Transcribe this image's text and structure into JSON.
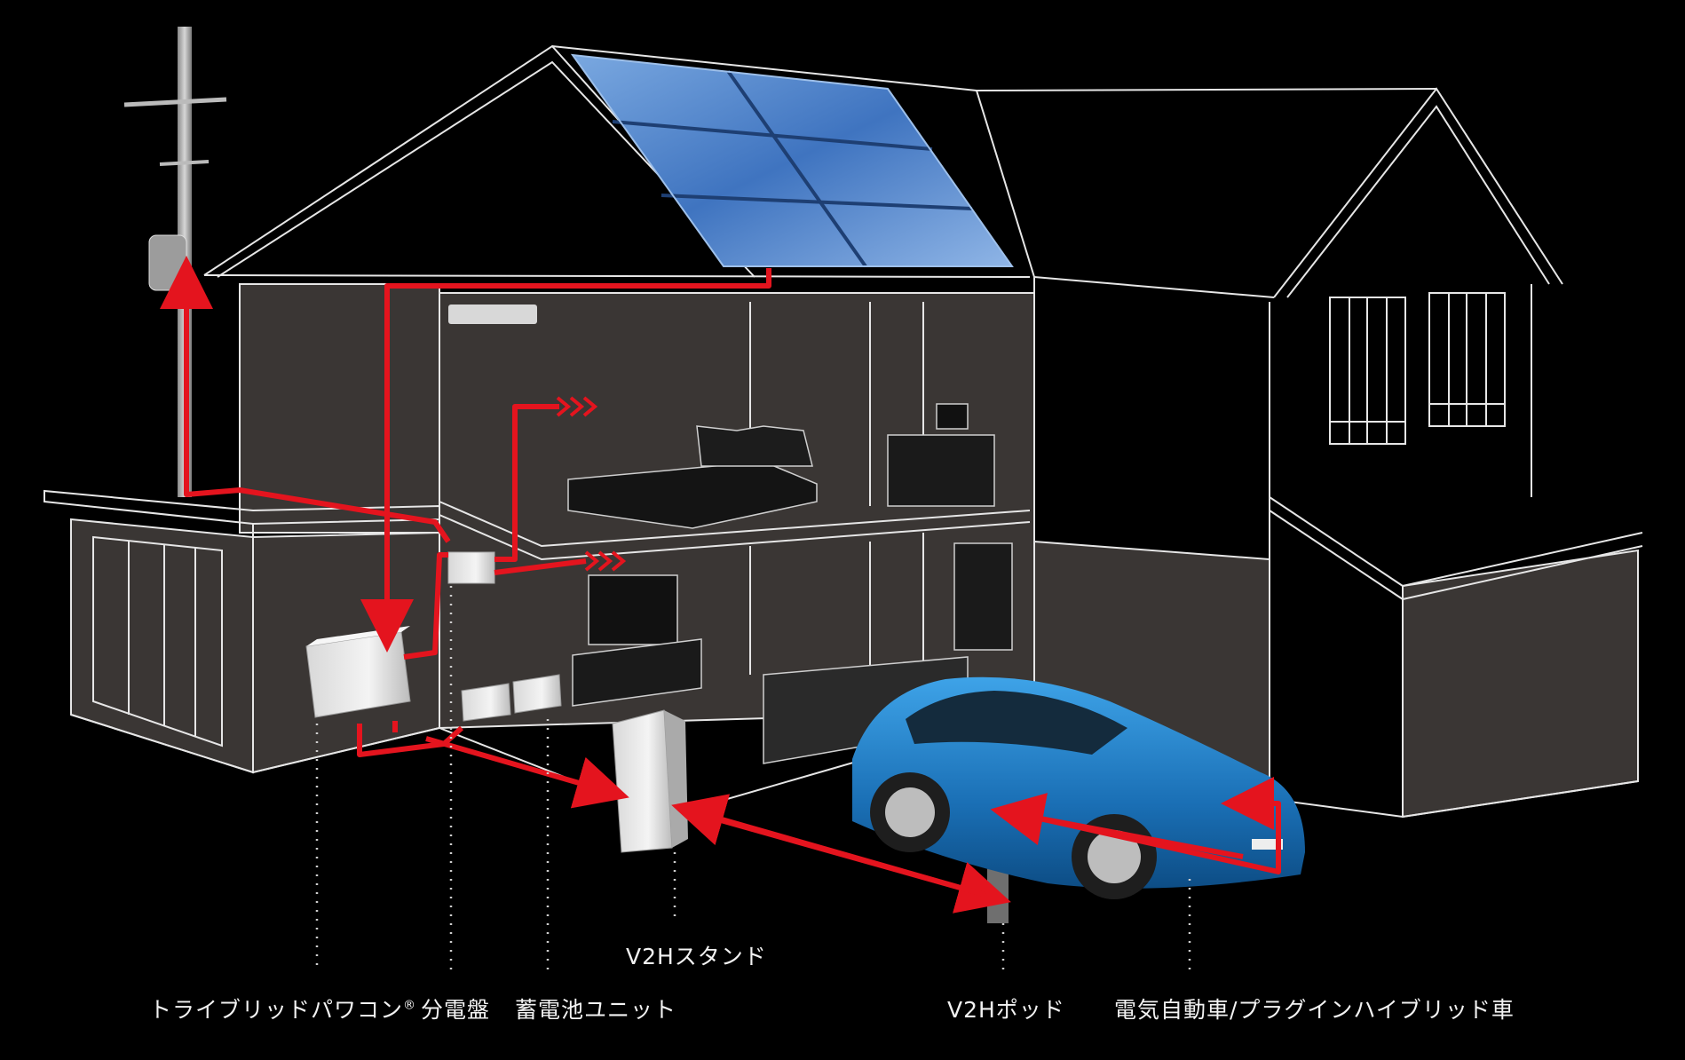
{
  "labels": {
    "v2h_stand": "V2Hスタンド",
    "tribrid": "トライブリッドパワコン",
    "tribrid_mark": "®",
    "distribution_board": "分電盤",
    "battery_unit": "蓄電池ユニット",
    "v2h_pod": "V2Hポッド",
    "ev": "電気自動車/プラグインハイブリッド車"
  },
  "colors": {
    "background": "#000000",
    "outline": "#e6e6e6",
    "wall": "#3a3634",
    "flow": "#e4141e",
    "car": "#1f7fc4",
    "solar": "#4b82c8",
    "unit": "#e8e8e8"
  }
}
